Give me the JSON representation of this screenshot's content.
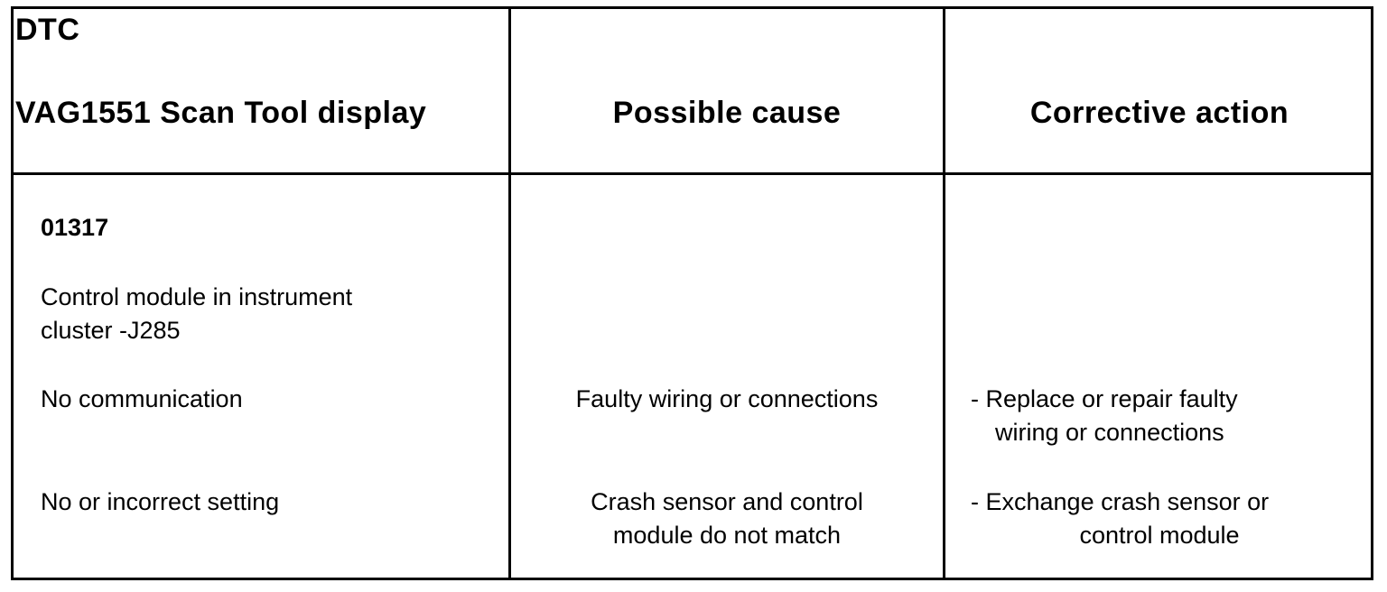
{
  "header": {
    "col1_line1": "DTC",
    "col1_line2": "VAG1551 Scan Tool display",
    "col2": "Possible cause",
    "col3": "Corrective action"
  },
  "body": {
    "dtc_code": "01317",
    "component_line1": "Control module in instrument",
    "component_line2": "cluster -J285",
    "rows": [
      {
        "display": "No communication",
        "cause_line1": "Faulty wiring or connections",
        "cause_line2": "",
        "action_line1": "-  Replace or repair faulty",
        "action_line2": "wiring or connections"
      },
      {
        "display": "No or incorrect setting",
        "cause_line1": "Crash sensor and control",
        "cause_line2": "module do not match",
        "action_line1": "-  Exchange crash sensor or",
        "action_line2": "control module"
      }
    ]
  }
}
